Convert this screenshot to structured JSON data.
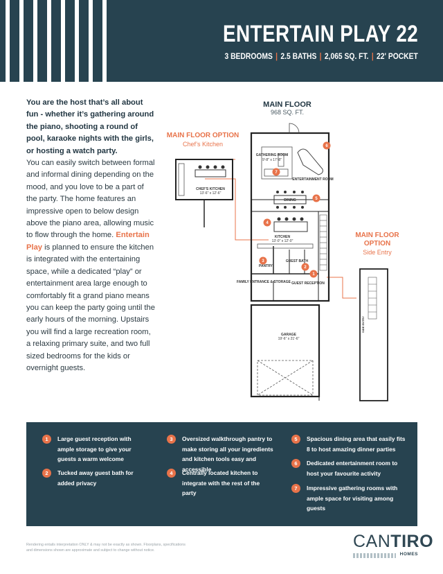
{
  "header": {
    "title": "ENTERTAIN PLAY 22",
    "specs": [
      "3 BEDROOMS",
      "2.5 BATHS",
      "2,065 SQ. FT.",
      "22' POCKET"
    ],
    "background_color": "#274350",
    "accent_color": "#e8734a"
  },
  "intro": {
    "lead": "You are the host that’s all about fun - whether it’s gathering around the piano, shooting a round of pool, karaoke nights with the girls, or hosting a watch party.",
    "body_1": "You can easily switch between formal and informal dining depending on the mood, and you love to be a part of the party. The home features an impressive open to below design above the piano area, allowing music to flow through the home.",
    "highlight": "Entertain Play",
    "body_2": "is planned to ensure the kitchen is integrated with the entertaining space, while a dedicated “play” or entertainment area large enough to comfortably fit a grand piano means you can keep the party going until the early hours of the morning. Upstairs you will find a large recreation room, a relaxing primary suite, and two full sized bedrooms for the kids or overnight guests."
  },
  "plan": {
    "title": "MAIN FLOOR",
    "area": "968 SQ. FT.",
    "option_kitchen": {
      "title": "MAIN FLOOR OPTION",
      "subtitle": "Chef’s Kitchen"
    },
    "option_entry": {
      "title_1": "MAIN FLOOR",
      "title_2": "OPTION",
      "subtitle": "Side Entry"
    },
    "rooms": {
      "gathering": "GATHERING ROOM",
      "gathering_dim": "9'-8\" x 17'-8\"",
      "entertainment": "ENTERTAINMENT ROOM",
      "dining": "DINING",
      "kitchen": "KITCHEN",
      "kitchen_dim": "13'-0\" x 12'-0\"",
      "pantry": "PANTRY",
      "guest_bath": "GUEST BATH",
      "guest_reception": "GUEST RECEPTION",
      "family_entrance": "FAMILY ENTRANCE & STORAGE",
      "garage": "GARAGE",
      "garage_dim": "19'-6\" x 21'-6\"",
      "chefs_kitchen": "CHEF'S KITCHEN",
      "chefs_kitchen_dim": "13'-6\" x 12'-6\"",
      "side_entry": "SIDE ENTRY"
    },
    "markers": [
      "1",
      "2",
      "3",
      "4",
      "5",
      "6",
      "7"
    ]
  },
  "features": [
    {
      "num": "1",
      "text": "Large guest reception with ample storage to give your guests a warm welcome"
    },
    {
      "num": "2",
      "text": "Tucked away guest bath for added privacy"
    },
    {
      "num": "3",
      "text": "Oversized walkthrough pantry to make storing all your ingredients and kitchen tools easy and accessible"
    },
    {
      "num": "4",
      "text": "Centrally located kitchen to integrate with the rest of the party"
    },
    {
      "num": "5",
      "text": "Spacious dining area that easily fits 8 to host amazing dinner parties"
    },
    {
      "num": "6",
      "text": "Dedicated entertainment room to host your favourite activity"
    },
    {
      "num": "7",
      "text": "Impressive gathering rooms with ample space for visiting among guests"
    }
  ],
  "disclaimer": "Rendering entails interpretation ONLY & may not be exactly as shown. Floorplans, specifications and dimensions shown are approximate and subject to change without notice.",
  "logo": {
    "brand_light": "CAN",
    "brand_bold": "TIRO",
    "sub": "HOMES"
  }
}
